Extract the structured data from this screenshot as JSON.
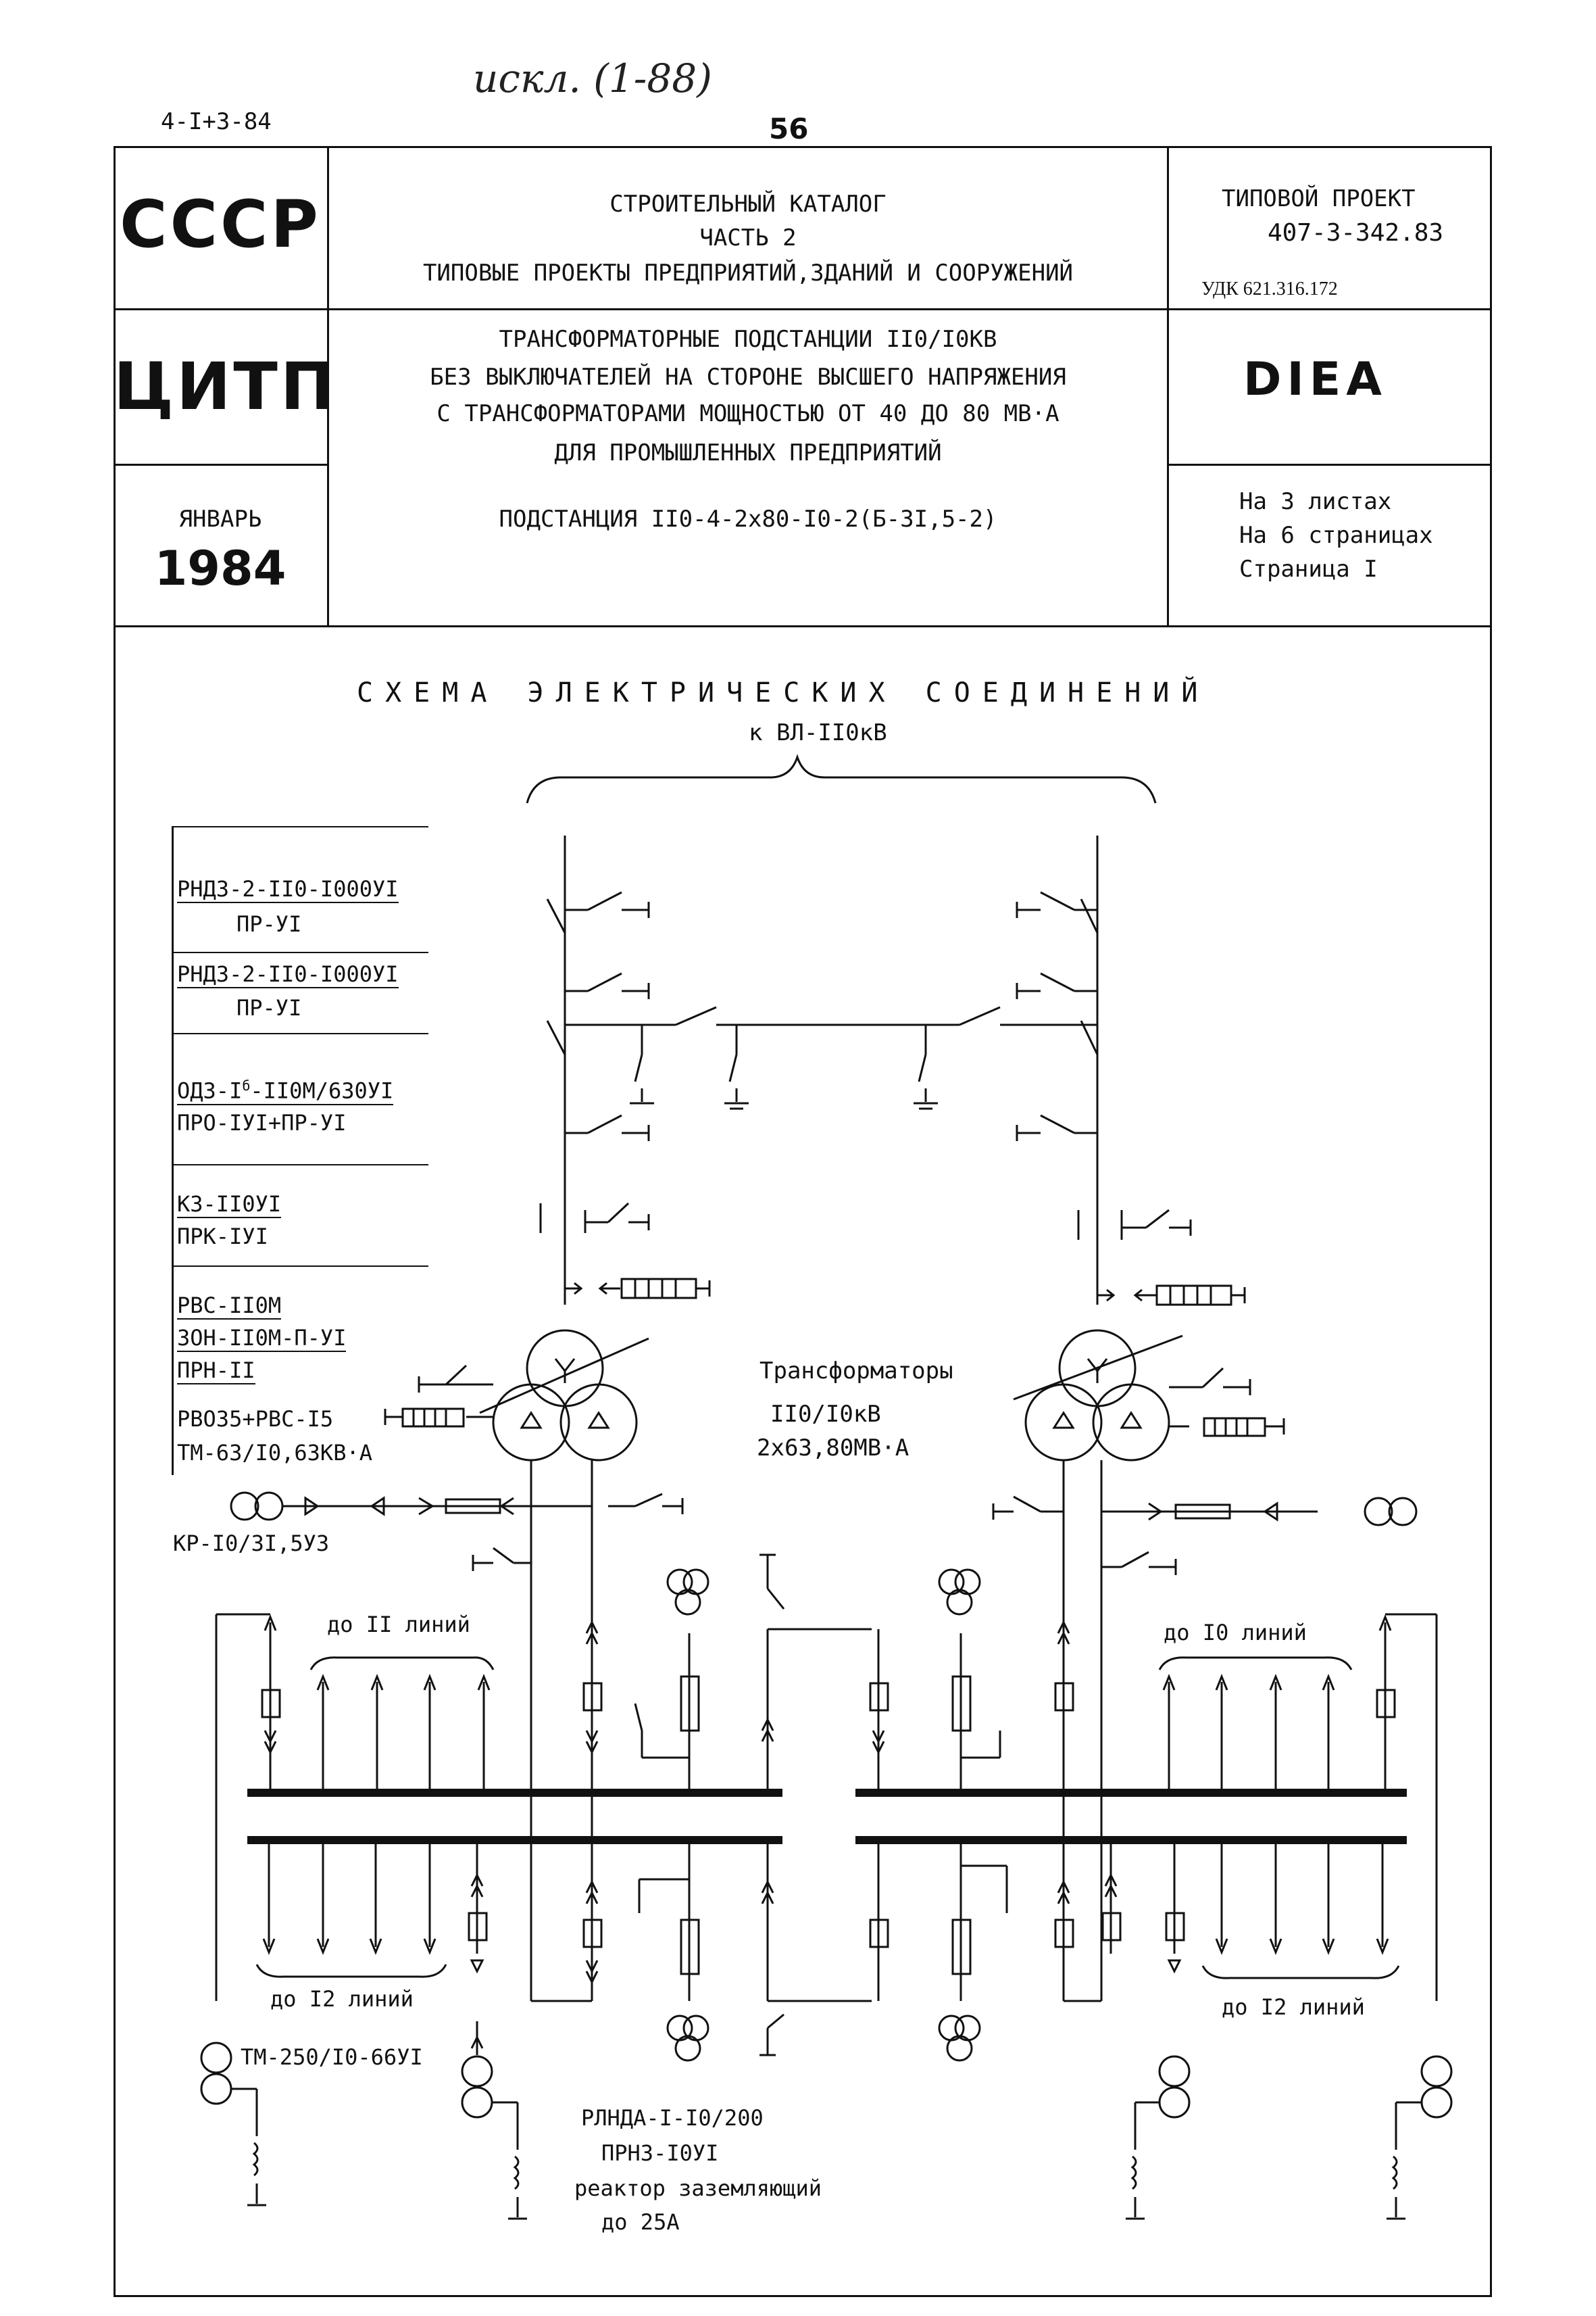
{
  "handwritten_note": "искл. (1-88)",
  "doc_code": "4-I+3-84",
  "page_number": "56",
  "header": {
    "left_top": "СССР",
    "left_mid": "ЦИТП",
    "month": "ЯНВАРЬ",
    "year": "1984",
    "catalog": [
      "СТРОИТЕЛЬНЫЙ КАТАЛОГ",
      "ЧАСТЬ 2",
      "ТИПОВЫЕ ПРОЕКТЫ ПРЕДПРИЯТИЙ,ЗДАНИЙ И СООРУЖЕНИЙ"
    ],
    "project_label": "ТИПОВОЙ ПРОЕКТ",
    "project_number": "407-3-342.83",
    "udk": "УДК 621.316.172",
    "title_lines": [
      "ТРАНСФОРМАТОРНЫЕ ПОДСТАНЦИИ II0/I0КВ",
      "БЕЗ ВЫКЛЮЧАТЕЛЕЙ НА СТОРОНЕ ВЫСШЕГО НАПРЯЖЕНИЯ",
      "С ТРАНСФОРМАТОРАМИ МОЩНОСТЬЮ ОТ 40 ДО 80 МВ·А",
      "ДЛЯ ПРОМЫШЛЕННЫХ ПРЕДПРИЯТИЙ"
    ],
    "substation": "ПОДСТАНЦИЯ II0-4-2x80-I0-2(Б-3I,5-2)",
    "code": "DIEA",
    "sheets": [
      "На 3 листах",
      "На 6 страницах",
      "Страница I"
    ]
  },
  "diagram": {
    "title": "СХЕМА ЭЛЕКТРИЧЕСКИХ СОЕДИНЕНИЙ",
    "subtitle": "к ВЛ-II0кВ",
    "legend": [
      {
        "top": "РНДЗ-2-II0-I000УI",
        "bottom": "ПР-УI"
      },
      {
        "top": "РНДЗ-2-II0-I000УI",
        "bottom": "ПР-УI"
      },
      {
        "top": "ОДЗ-I",
        "sup": "б",
        "top_rest": "-II0М/630УI",
        "bottom": "ПРО-IУI+ПР-УI"
      },
      {
        "top": "КЗ-II0УI",
        "bottom": "ПРК-IУI"
      },
      {
        "lines": [
          "РВС-II0М",
          "ЗОН-II0М-П-УI",
          "ПРН-II",
          "РВО35+РВС-I5",
          "ТМ-63/I0,63КВ·А"
        ]
      }
    ],
    "transformers": [
      "Трансформаторы",
      "II0/I0кВ",
      "2x63,80МВ·А"
    ],
    "reactor_unit": "КР-I0/3I,5УЗ",
    "lines_top_left": "до II линий",
    "lines_top_right": "до I0 линий",
    "lines_bottom_left": "до I2 линий",
    "lines_bottom_right": "до I2 линий",
    "aux_transformer": "ТМ-250/I0-66УI",
    "grounding": [
      "РЛНДА-I-I0/200",
      "ПРНЗ-I0УI",
      "реактор заземляющий",
      "до 25А"
    ]
  }
}
